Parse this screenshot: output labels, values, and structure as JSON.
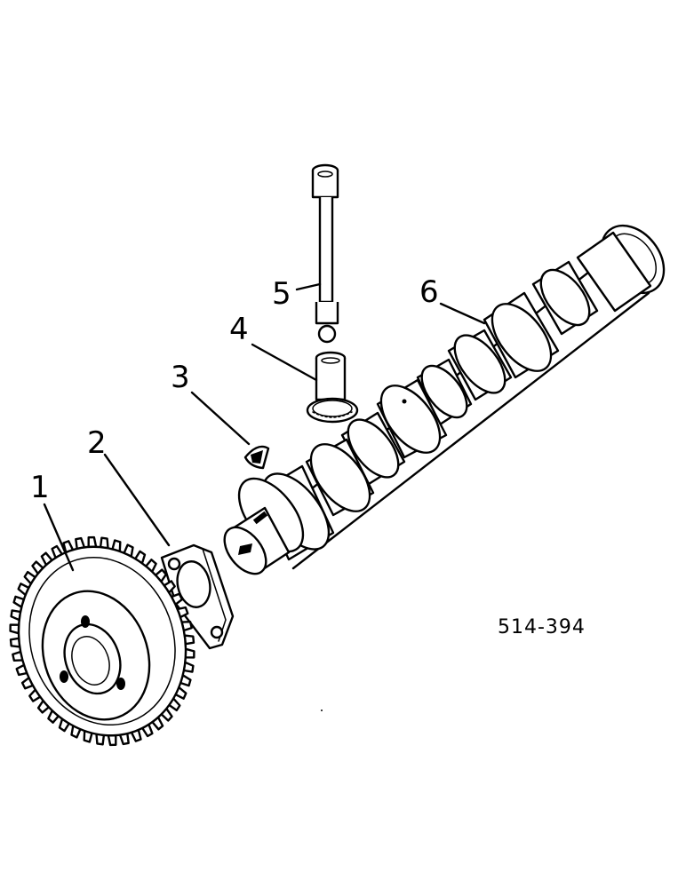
{
  "figure": {
    "callouts": [
      {
        "id": "gear",
        "text": "1"
      },
      {
        "id": "thrust-plate",
        "text": "2"
      },
      {
        "id": "key",
        "text": "3"
      },
      {
        "id": "tappet",
        "text": "4"
      },
      {
        "id": "push-rod",
        "text": "5"
      },
      {
        "id": "camshaft",
        "text": "6"
      }
    ],
    "reference_code": "514-394"
  }
}
